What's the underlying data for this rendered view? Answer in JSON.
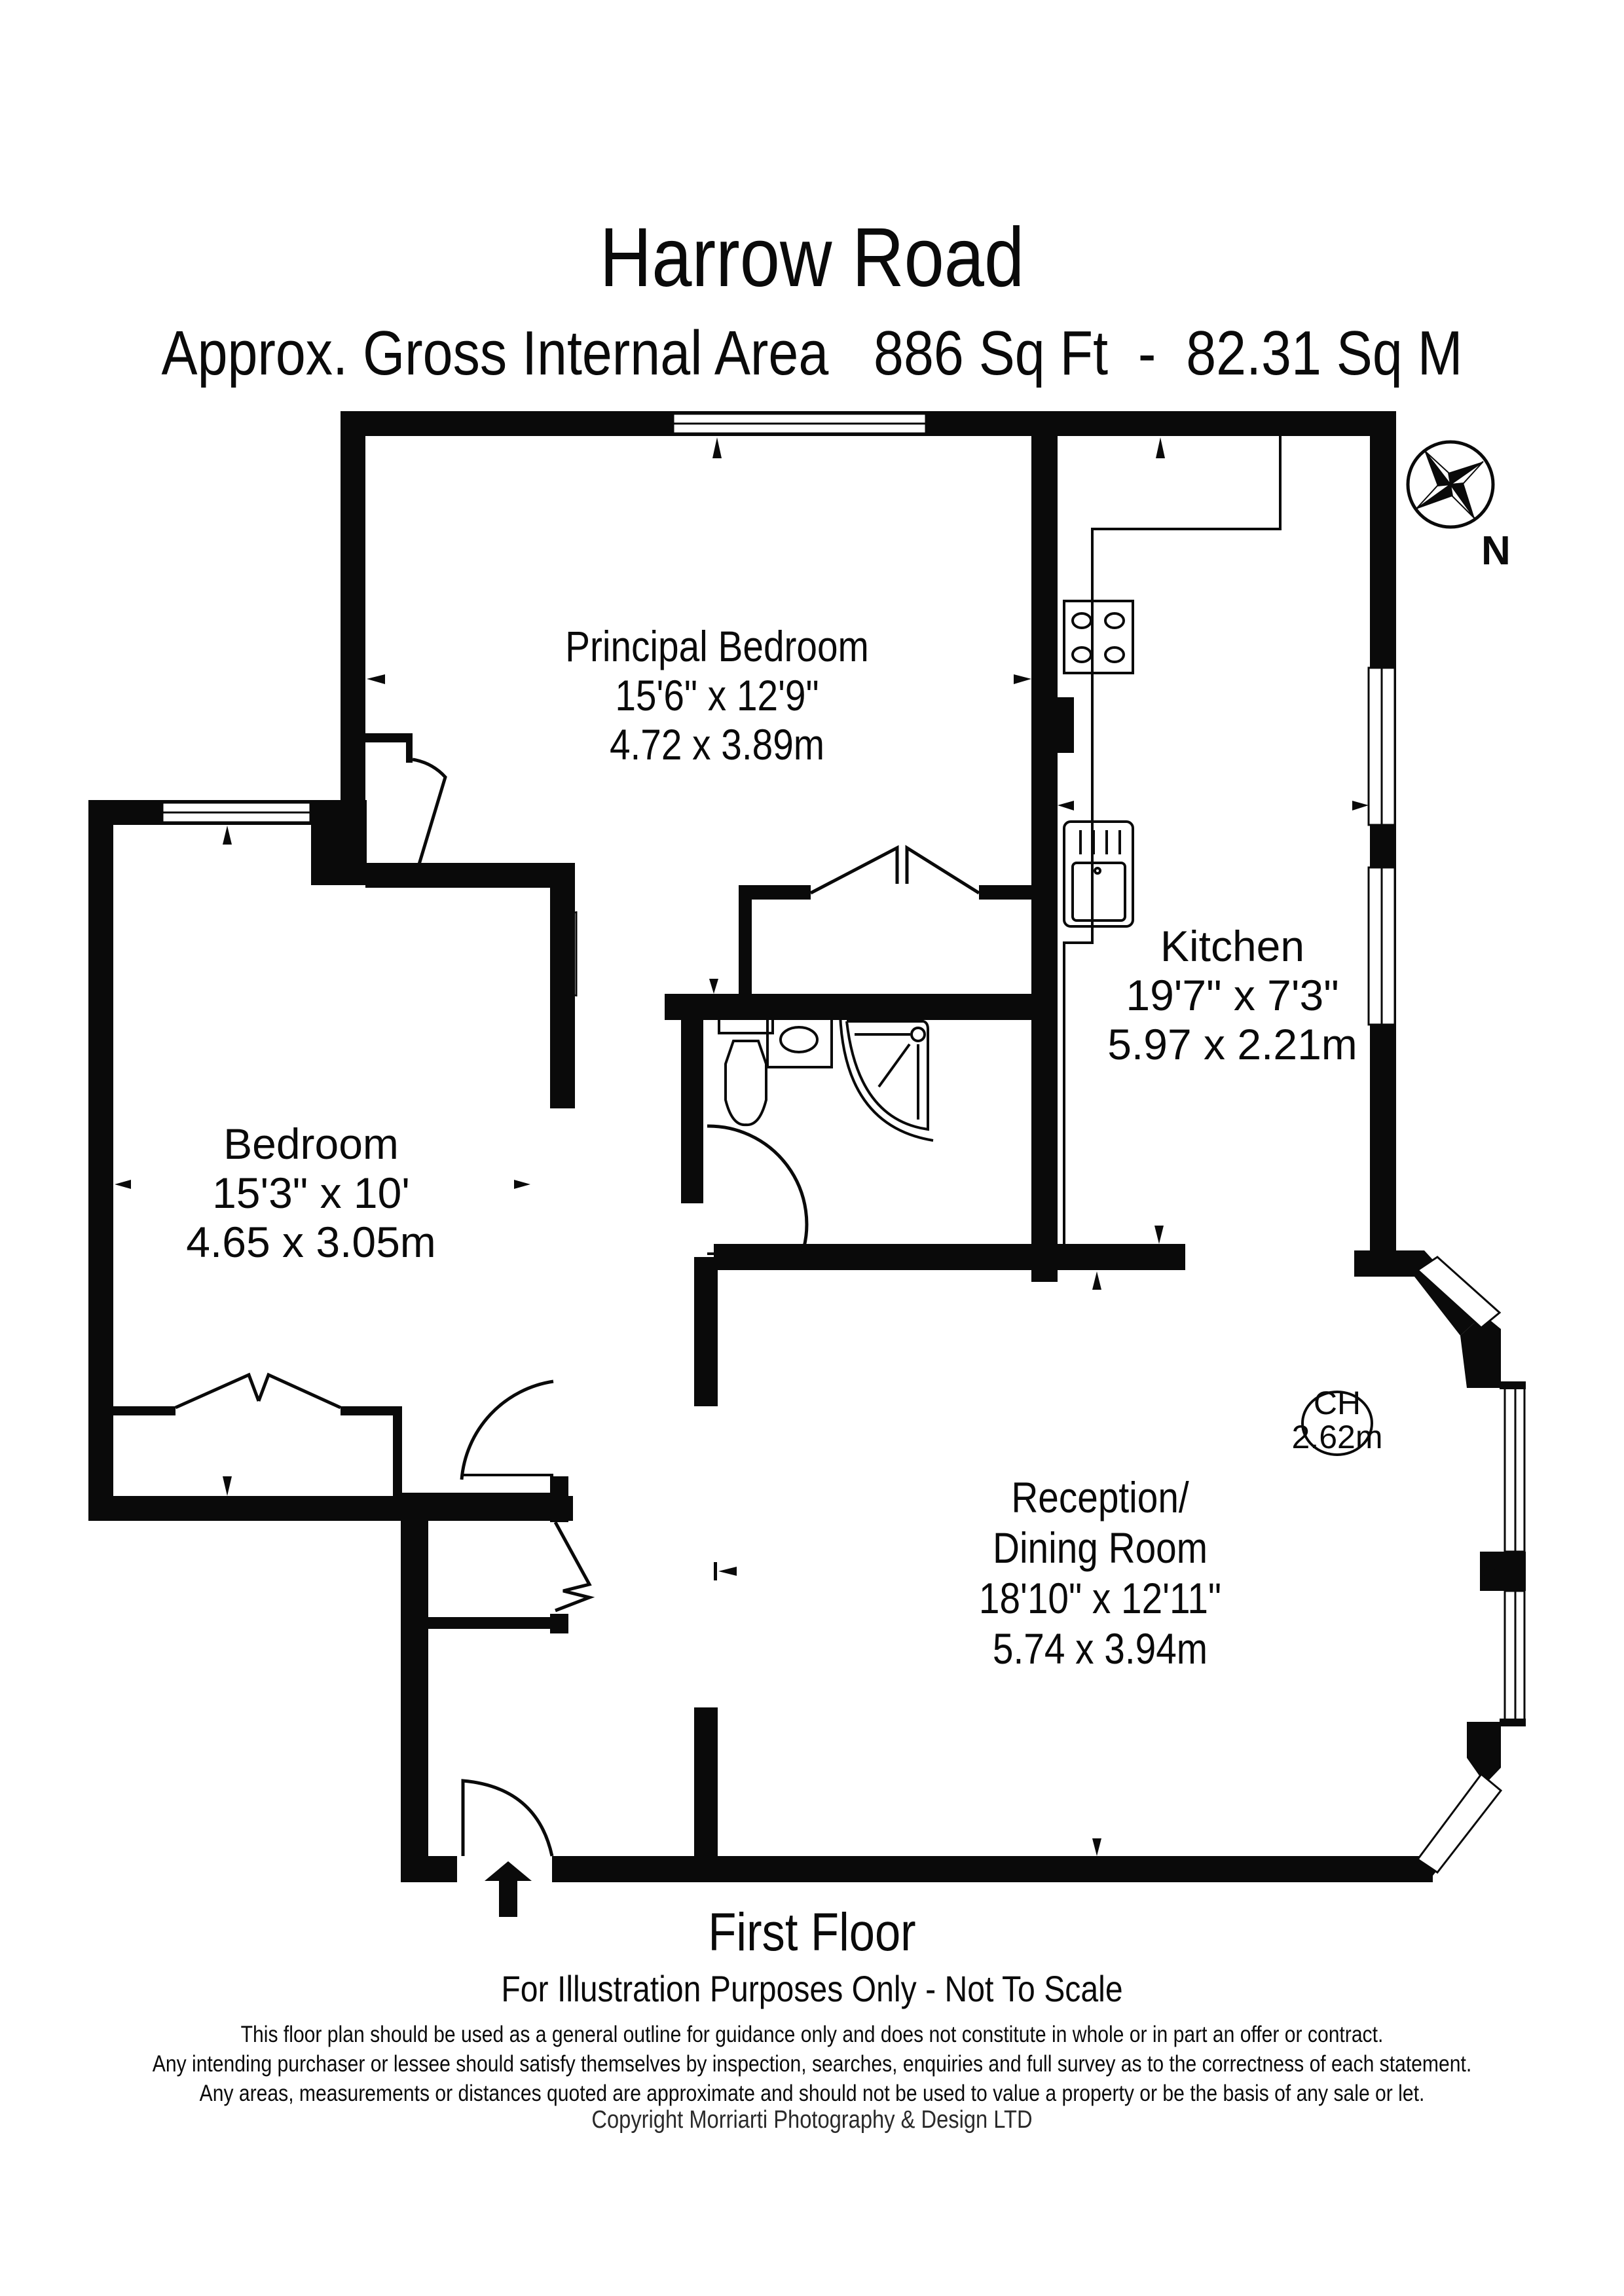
{
  "header": {
    "title": "Harrow Road",
    "area_label": "Approx. Gross Internal Area   886 Sq Ft  -  82.31 Sq M",
    "area_sq_ft": "886 Sq Ft",
    "area_sq_m": "82.31 Sq M"
  },
  "rooms": [
    {
      "name": "Principal Bedroom",
      "imperial": "15'6\" x 12'9\"",
      "metric": "4.72 x 3.89m"
    },
    {
      "name": "Kitchen",
      "imperial": "19'7\" x 7'3\"",
      "metric": "5.97 x 2.21m"
    },
    {
      "name": "Bedroom",
      "imperial": "15'3\" x 10'",
      "metric": "4.65 x 3.05m"
    },
    {
      "name_line1": "Reception/",
      "name_line2": "Dining Room",
      "imperial": "18'10\" x 12'11\"",
      "metric": "5.74 x 3.94m"
    }
  ],
  "ceiling_height": {
    "label": "CH",
    "value": "2.62m"
  },
  "compass": {
    "icon": "compass-rose-icon",
    "label": "N"
  },
  "entrance": {
    "icon": "entrance-arrow-icon"
  },
  "colors": {
    "wall": "#0a0a0a",
    "background": "#ffffff"
  },
  "footer": {
    "floor": "First Floor",
    "scale_note": "For Illustration Purposes Only - Not To Scale",
    "disclaimer": [
      "This floor plan should be used as a general outline for guidance only and does not constitute in whole or in part an offer or contract.",
      "Any intending purchaser or lessee should satisfy themselves by inspection, searches, enquiries and full survey as to the correctness of each statement.",
      "Any areas, measurements or distances quoted are approximate and should not be used to value a property or be the basis of any sale or let."
    ],
    "copyright": "Copyright Morriarti Photography & Design LTD"
  }
}
